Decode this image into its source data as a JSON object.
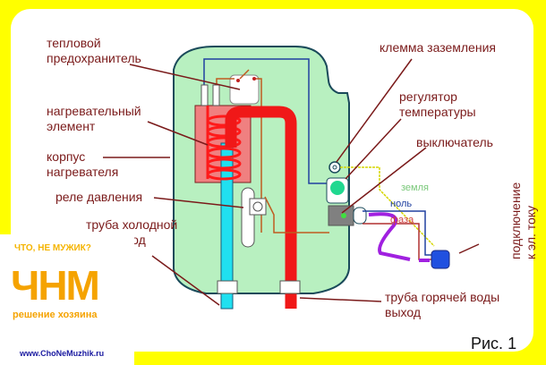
{
  "labels": {
    "thermal_fuse": [
      "тепловой",
      "предохранитель"
    ],
    "heating_element": [
      "нагревательный",
      "элемент"
    ],
    "heater_body": [
      "корпус",
      "нагревателя"
    ],
    "pressure_relay": "реле давления",
    "cold_pipe": [
      "труба холодной",
      "воды вход"
    ],
    "ground_terminal": "клемма заземления",
    "temp_regulator": [
      "регулятор",
      "температуры"
    ],
    "switch": "выключатель",
    "hot_pipe": [
      "труба горячей воды",
      "выход"
    ],
    "power_connection": [
      "подключение",
      "к эл. току"
    ]
  },
  "wires": {
    "earth": {
      "label": "земля",
      "color": "#d6d600",
      "label_color": "#7ac87a"
    },
    "neutral": {
      "label": "ноль",
      "color": "#2040a0",
      "label_color": "#2040a0"
    },
    "phase": {
      "label": "фаза",
      "color": "#b03030",
      "label_color": "#d04040"
    }
  },
  "logo": {
    "tagline": "ЧТО, НЕ МУЖИК?",
    "title": "ЧНМ",
    "subtitle": "решение хозяина",
    "url": "www.ChoNeMuzhik.ru"
  },
  "figure_label": "Рис. 1",
  "colors": {
    "background": "#ffff00",
    "tank": "#b8f0c0",
    "tank_outline": "#1a4a5a",
    "cold_pipe": "#20e0f0",
    "hot_pipe": "#f01818",
    "heater": "#f08080",
    "label_text": "#7a1a1a"
  }
}
